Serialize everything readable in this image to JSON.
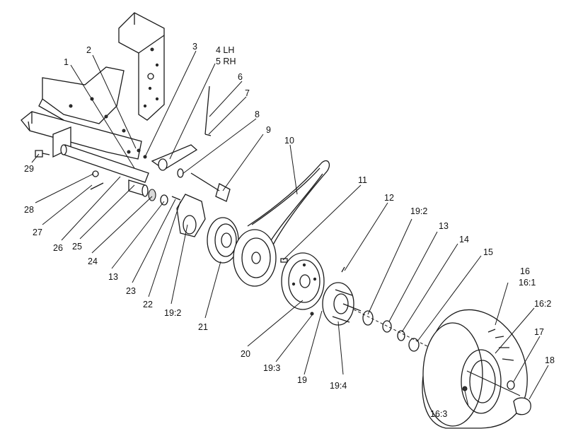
{
  "callouts": [
    {
      "id": "c1",
      "text": "1"
    },
    {
      "id": "c2",
      "text": "2"
    },
    {
      "id": "c3",
      "text": "3"
    },
    {
      "id": "c4",
      "text": "4 LH"
    },
    {
      "id": "c5",
      "text": "5 RH"
    },
    {
      "id": "c6",
      "text": "6"
    },
    {
      "id": "c7",
      "text": "7"
    },
    {
      "id": "c8",
      "text": "8"
    },
    {
      "id": "c9",
      "text": "9"
    },
    {
      "id": "c10",
      "text": "10"
    },
    {
      "id": "c11",
      "text": "11"
    },
    {
      "id": "c12",
      "text": "12"
    },
    {
      "id": "c19_2a",
      "text": "19:2"
    },
    {
      "id": "c13a",
      "text": "13"
    },
    {
      "id": "c14",
      "text": "14"
    },
    {
      "id": "c15",
      "text": "15"
    },
    {
      "id": "c16",
      "text": "16"
    },
    {
      "id": "c16_1",
      "text": "16:1"
    },
    {
      "id": "c16_2",
      "text": "16:2"
    },
    {
      "id": "c17",
      "text": "17"
    },
    {
      "id": "c18",
      "text": "18"
    },
    {
      "id": "c16_3",
      "text": "16:3"
    },
    {
      "id": "c19_4",
      "text": "19:4"
    },
    {
      "id": "c19",
      "text": "19"
    },
    {
      "id": "c19_3",
      "text": "19:3"
    },
    {
      "id": "c20",
      "text": "20"
    },
    {
      "id": "c21",
      "text": "21"
    },
    {
      "id": "c19_2b",
      "text": "19:2"
    },
    {
      "id": "c22",
      "text": "22"
    },
    {
      "id": "c23",
      "text": "23"
    },
    {
      "id": "c13b",
      "text": "13"
    },
    {
      "id": "c24",
      "text": "24"
    },
    {
      "id": "c25",
      "text": "25"
    },
    {
      "id": "c26",
      "text": "26"
    },
    {
      "id": "c27",
      "text": "27"
    },
    {
      "id": "c28",
      "text": "28"
    },
    {
      "id": "c29",
      "text": "29"
    }
  ]
}
